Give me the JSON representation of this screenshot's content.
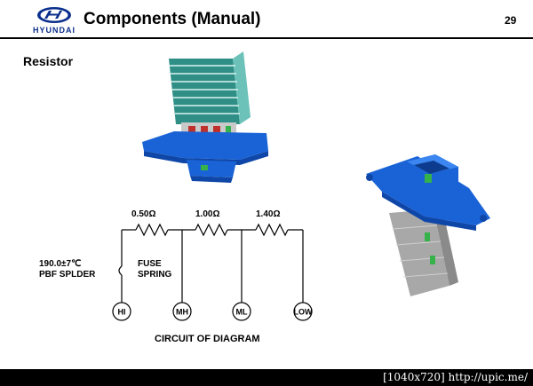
{
  "header": {
    "brand": "HYUNDAI",
    "title": "Components (Manual)",
    "page_number": "29"
  },
  "section_title": "Resistor",
  "circuit": {
    "resistors": [
      "0.50Ω",
      "1.00Ω",
      "1.40Ω"
    ],
    "fuse_note": [
      "190.0±7℃",
      "PBF SPLDER"
    ],
    "spring_note": [
      "FUSE",
      "SPRING"
    ],
    "terminals": [
      "HI",
      "MH",
      "ML",
      "LOW"
    ],
    "caption": "CIRCUIT OF DIAGRAM"
  },
  "footer": {
    "watermark": "[1040x720] http://upic.me/"
  },
  "colors": {
    "brand_blue": "#0a2f8c",
    "part_blue": "#1a63d6",
    "fin_teal": "#3fa39a",
    "housing_gray": "#a8a8a8"
  }
}
